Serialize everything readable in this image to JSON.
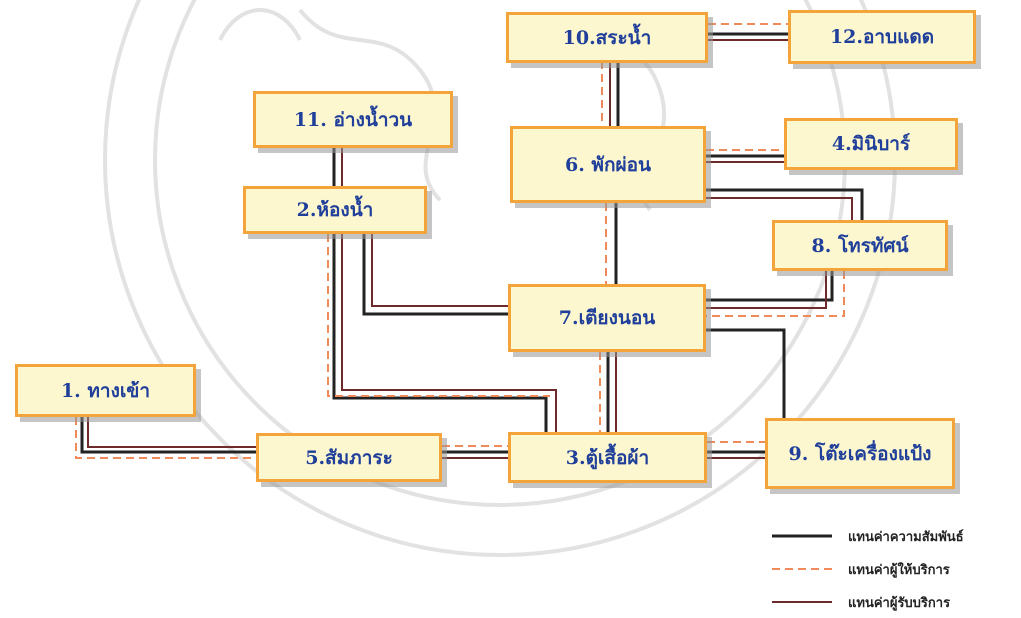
{
  "colors": {
    "relation": "#222222",
    "provider": "#f08a5a",
    "receiver": "#6e2a2a",
    "node_border": "#f3a43b",
    "node_fill": "#fdf7cf",
    "node_text": "#1f3f9a"
  },
  "nodes": {
    "n1": "1. ทางเข้า",
    "n2": "2.ห้องน้ำ",
    "n3": "3.ตู้เสื้อผ้า",
    "n4": "4.มินิบาร์",
    "n5": "5.สัมภาระ",
    "n6": "6. พักผ่อน",
    "n7": "7.เตียงนอน",
    "n8": "8. โทรทัศน์",
    "n9": "9. โต๊ะเครื่องแป้ง",
    "n10": "10.สระน้ำ",
    "n11": "11. อ่างน้ำวน",
    "n12": "12.อาบแดด"
  },
  "legend": {
    "relation": "แทนค่าความสัมพันธ์",
    "provider": "แทนค่าผู้ให้บริการ",
    "receiver": "แทนค่าผู้รับบริการ"
  }
}
